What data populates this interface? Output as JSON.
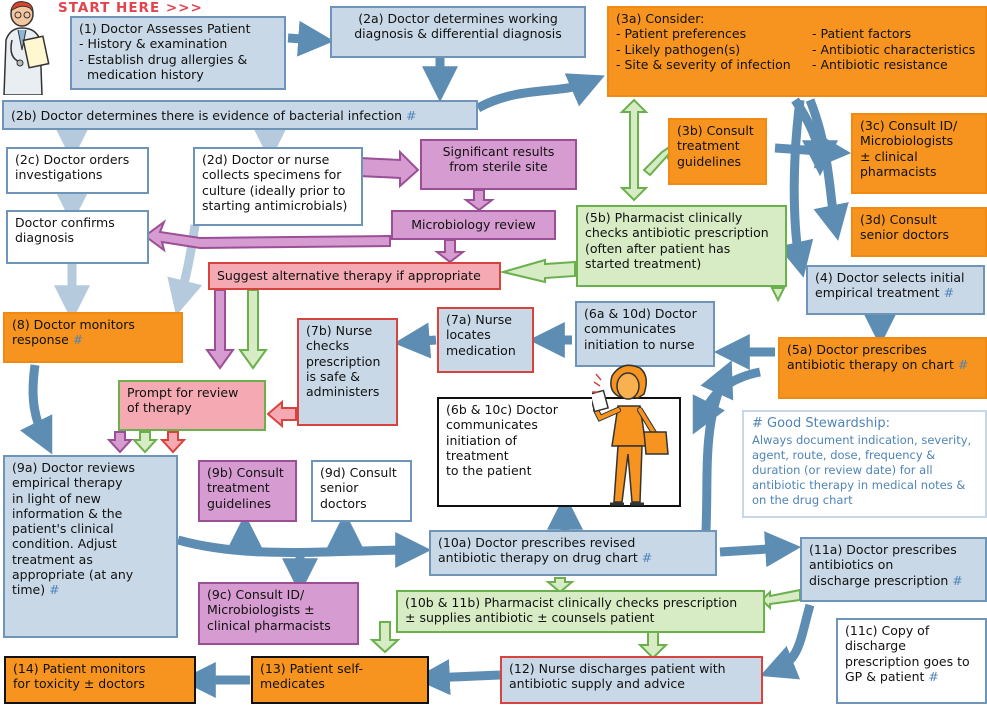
{
  "start_here": "START HERE >>>",
  "hash_symbol": "#",
  "boxes": {
    "b1": {
      "lines": [
        "(1) Doctor Assesses Patient",
        "- History & examination",
        "- Establish drug allergies &",
        "  medication history"
      ]
    },
    "b2a": {
      "lines": [
        "(2a) Doctor determines working",
        "diagnosis & differential diagnosis"
      ]
    },
    "b2b": {
      "lines": [
        "(2b) Doctor determines there is evidence of bacterial infection"
      ]
    },
    "b2c": {
      "lines": [
        "(2c) Doctor orders",
        "investigations"
      ]
    },
    "b2d": {
      "lines": [
        "(2d) Doctor or nurse",
        "collects specimens for",
        "culture (ideally prior to",
        "starting antimicrobials)"
      ]
    },
    "bconfirm": {
      "lines": [
        "Doctor confirms",
        "diagnosis"
      ]
    },
    "bsig": {
      "lines": [
        "Significant results",
        "from sterile site"
      ]
    },
    "bmicro": {
      "lines": [
        "Microbiology review"
      ]
    },
    "bsuggest": {
      "lines": [
        "Suggest alternative therapy if appropriate"
      ]
    },
    "b3a": {
      "title": "(3a) Consider:",
      "col1": [
        "- Patient preferences",
        "- Likely pathogen(s)",
        "- Site & severity of infection"
      ],
      "col2": [
        "- Patient factors",
        "- Antibiotic characteristics",
        "- Antibiotic resistance"
      ]
    },
    "b3b": {
      "lines": [
        "(3b) Consult",
        "treatment",
        "guidelines"
      ]
    },
    "b3c": {
      "lines": [
        "(3c) Consult ID/",
        "Microbiologists",
        "± clinical",
        "pharmacists"
      ]
    },
    "b3d": {
      "lines": [
        "(3d) Consult",
        "senior doctors"
      ]
    },
    "b4": {
      "lines": [
        "(4) Doctor selects initial",
        "empirical treatment"
      ]
    },
    "b5a": {
      "lines": [
        "(5a) Doctor prescribes",
        "antibiotic therapy on chart"
      ]
    },
    "b5b": {
      "lines": [
        "(5b) Pharmacist clinically",
        "checks antibiotic prescription",
        "(often after patient has",
        "started treatment)"
      ]
    },
    "b6a": {
      "lines": [
        "(6a & 10d) Doctor",
        "communicates",
        "initiation to nurse"
      ]
    },
    "b6b": {
      "lines": [
        "(6b & 10c) Doctor",
        "communicates",
        "initiation of",
        "treatment",
        "to the patient"
      ]
    },
    "b7a": {
      "lines": [
        "(7a) Nurse",
        "locates",
        "medication"
      ]
    },
    "b7b": {
      "lines": [
        "(7b) Nurse",
        "checks",
        "prescription",
        "is safe &",
        "administers"
      ]
    },
    "b8": {
      "lines": [
        "(8) Doctor monitors",
        "response"
      ]
    },
    "bprompt": {
      "lines": [
        "Prompt for review",
        "of therapy"
      ]
    },
    "b9a": {
      "lines": [
        "(9a) Doctor reviews",
        "empirical therapy",
        "in light of new",
        "information & the",
        "patient's clinical",
        "condition. Adjust",
        "treatment as",
        "appropriate (at any",
        "time)"
      ]
    },
    "b9b": {
      "lines": [
        "(9b) Consult",
        "treatment",
        "guidelines"
      ]
    },
    "b9c": {
      "lines": [
        "(9c) Consult ID/",
        "Microbiologists ±",
        "clinical pharmacists"
      ]
    },
    "b9d": {
      "lines": [
        "(9d) Consult",
        "senior",
        "doctors"
      ]
    },
    "b10a": {
      "lines": [
        "(10a)  Doctor prescribes revised",
        "antibiotic therapy on drug chart"
      ]
    },
    "b10b": {
      "lines": [
        "(10b & 11b) Pharmacist clinically checks prescription",
        "± supplies antibiotic ± counsels patient"
      ]
    },
    "b11a": {
      "lines": [
        "(11a) Doctor prescribes",
        "antibiotics on",
        "discharge prescription"
      ]
    },
    "b11c": {
      "lines": [
        "(11c) Copy of",
        "discharge",
        "prescription goes to",
        "GP & patient"
      ]
    },
    "b12": {
      "lines": [
        "(12) Nurse discharges patient with",
        "antibiotic supply and advice"
      ]
    },
    "b13": {
      "lines": [
        "(13) Patient self-",
        "medicates"
      ]
    },
    "b14": {
      "lines": [
        "(14) Patient monitors",
        "for toxicity ± doctors"
      ]
    }
  },
  "stewardship": {
    "title": "# Good Stewardship:",
    "text": "Always document indication, severity, agent, route, dose, frequency & duration (or review date) for all antibiotic therapy in medical notes  & on the drug chart"
  },
  "colors": {
    "blue_fill": "#c9d8e6",
    "blue_border": "#6e95b8",
    "orange": "#f6941f",
    "purple": "#d69bd0",
    "pink": "#f5a9b3",
    "green_fill": "#d7ebc4",
    "green_border": "#6ab04c",
    "red_border": "#d7433d",
    "arrow_blue": "#5e8db4",
    "start_red": "#e2444e"
  },
  "icons": [
    "doctor-with-clipboard-icon",
    "nurse-with-prescription-icon"
  ]
}
